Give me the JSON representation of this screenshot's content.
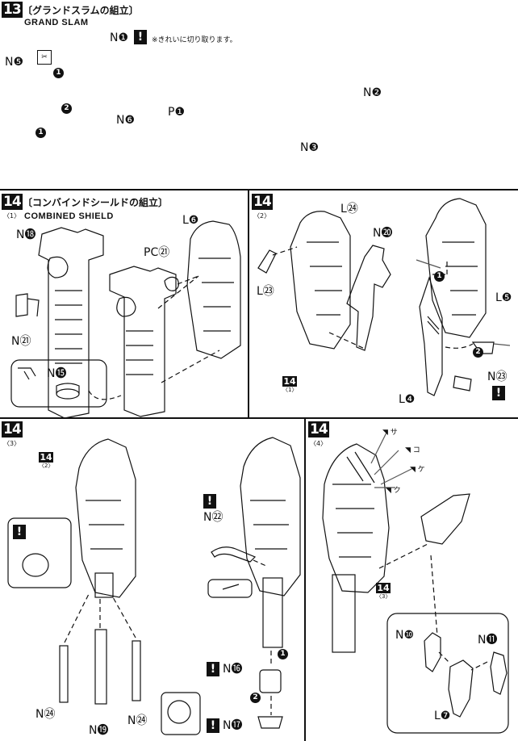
{
  "step13": {
    "number": "13",
    "title": "〔グランドスラムの組立〕",
    "title_en": "GRAND SLAM",
    "caution_text": "※きれいに切り取ります。",
    "parts": {
      "n1": "N❶",
      "n5": "N❺",
      "n6": "N❻",
      "p1": "P❶",
      "n2": "N❷",
      "n3": "N❸"
    },
    "order": {
      "a": "1",
      "b": "2",
      "c": "1"
    }
  },
  "step14_1": {
    "number": "14",
    "sub": "〈1〉",
    "title": "〔コンバインドシールドの組立〕",
    "title_en": "COMBINED SHIELD",
    "parts": {
      "n18": "N⓲",
      "n21": "N㉑",
      "n15": "N⓯",
      "pc21": "PC㉑",
      "l6": "L❻"
    }
  },
  "step14_2": {
    "number": "14",
    "sub": "〈2〉",
    "parts": {
      "l24": "L㉔",
      "n20": "N⓴",
      "l23": "L㉓",
      "l5": "L❺",
      "l4": "L❹",
      "n23": "N㉓"
    },
    "ref": {
      "n": "14",
      "s": "〈1〉"
    },
    "order": {
      "a": "1",
      "b": "2"
    }
  },
  "step14_3": {
    "number": "14",
    "sub": "〈3〉",
    "ref": {
      "n": "14",
      "s": "〈2〉"
    },
    "parts": {
      "n22": "N㉒",
      "n24a": "N㉔",
      "n19": "N⓳",
      "n24b": "N㉔",
      "n16": "N⓰",
      "n17": "N⓱"
    },
    "order": {
      "a": "1",
      "b": "2"
    }
  },
  "step14_4": {
    "number": "14",
    "sub": "〈4〉",
    "stickers": [
      "サ",
      "コ",
      "ケ",
      "ク"
    ],
    "ref": {
      "n": "14",
      "s": "〈3〉"
    },
    "parts": {
      "n10": "N❿",
      "n11": "N⓫",
      "l7": "L❼"
    }
  },
  "warning_mark": "!"
}
